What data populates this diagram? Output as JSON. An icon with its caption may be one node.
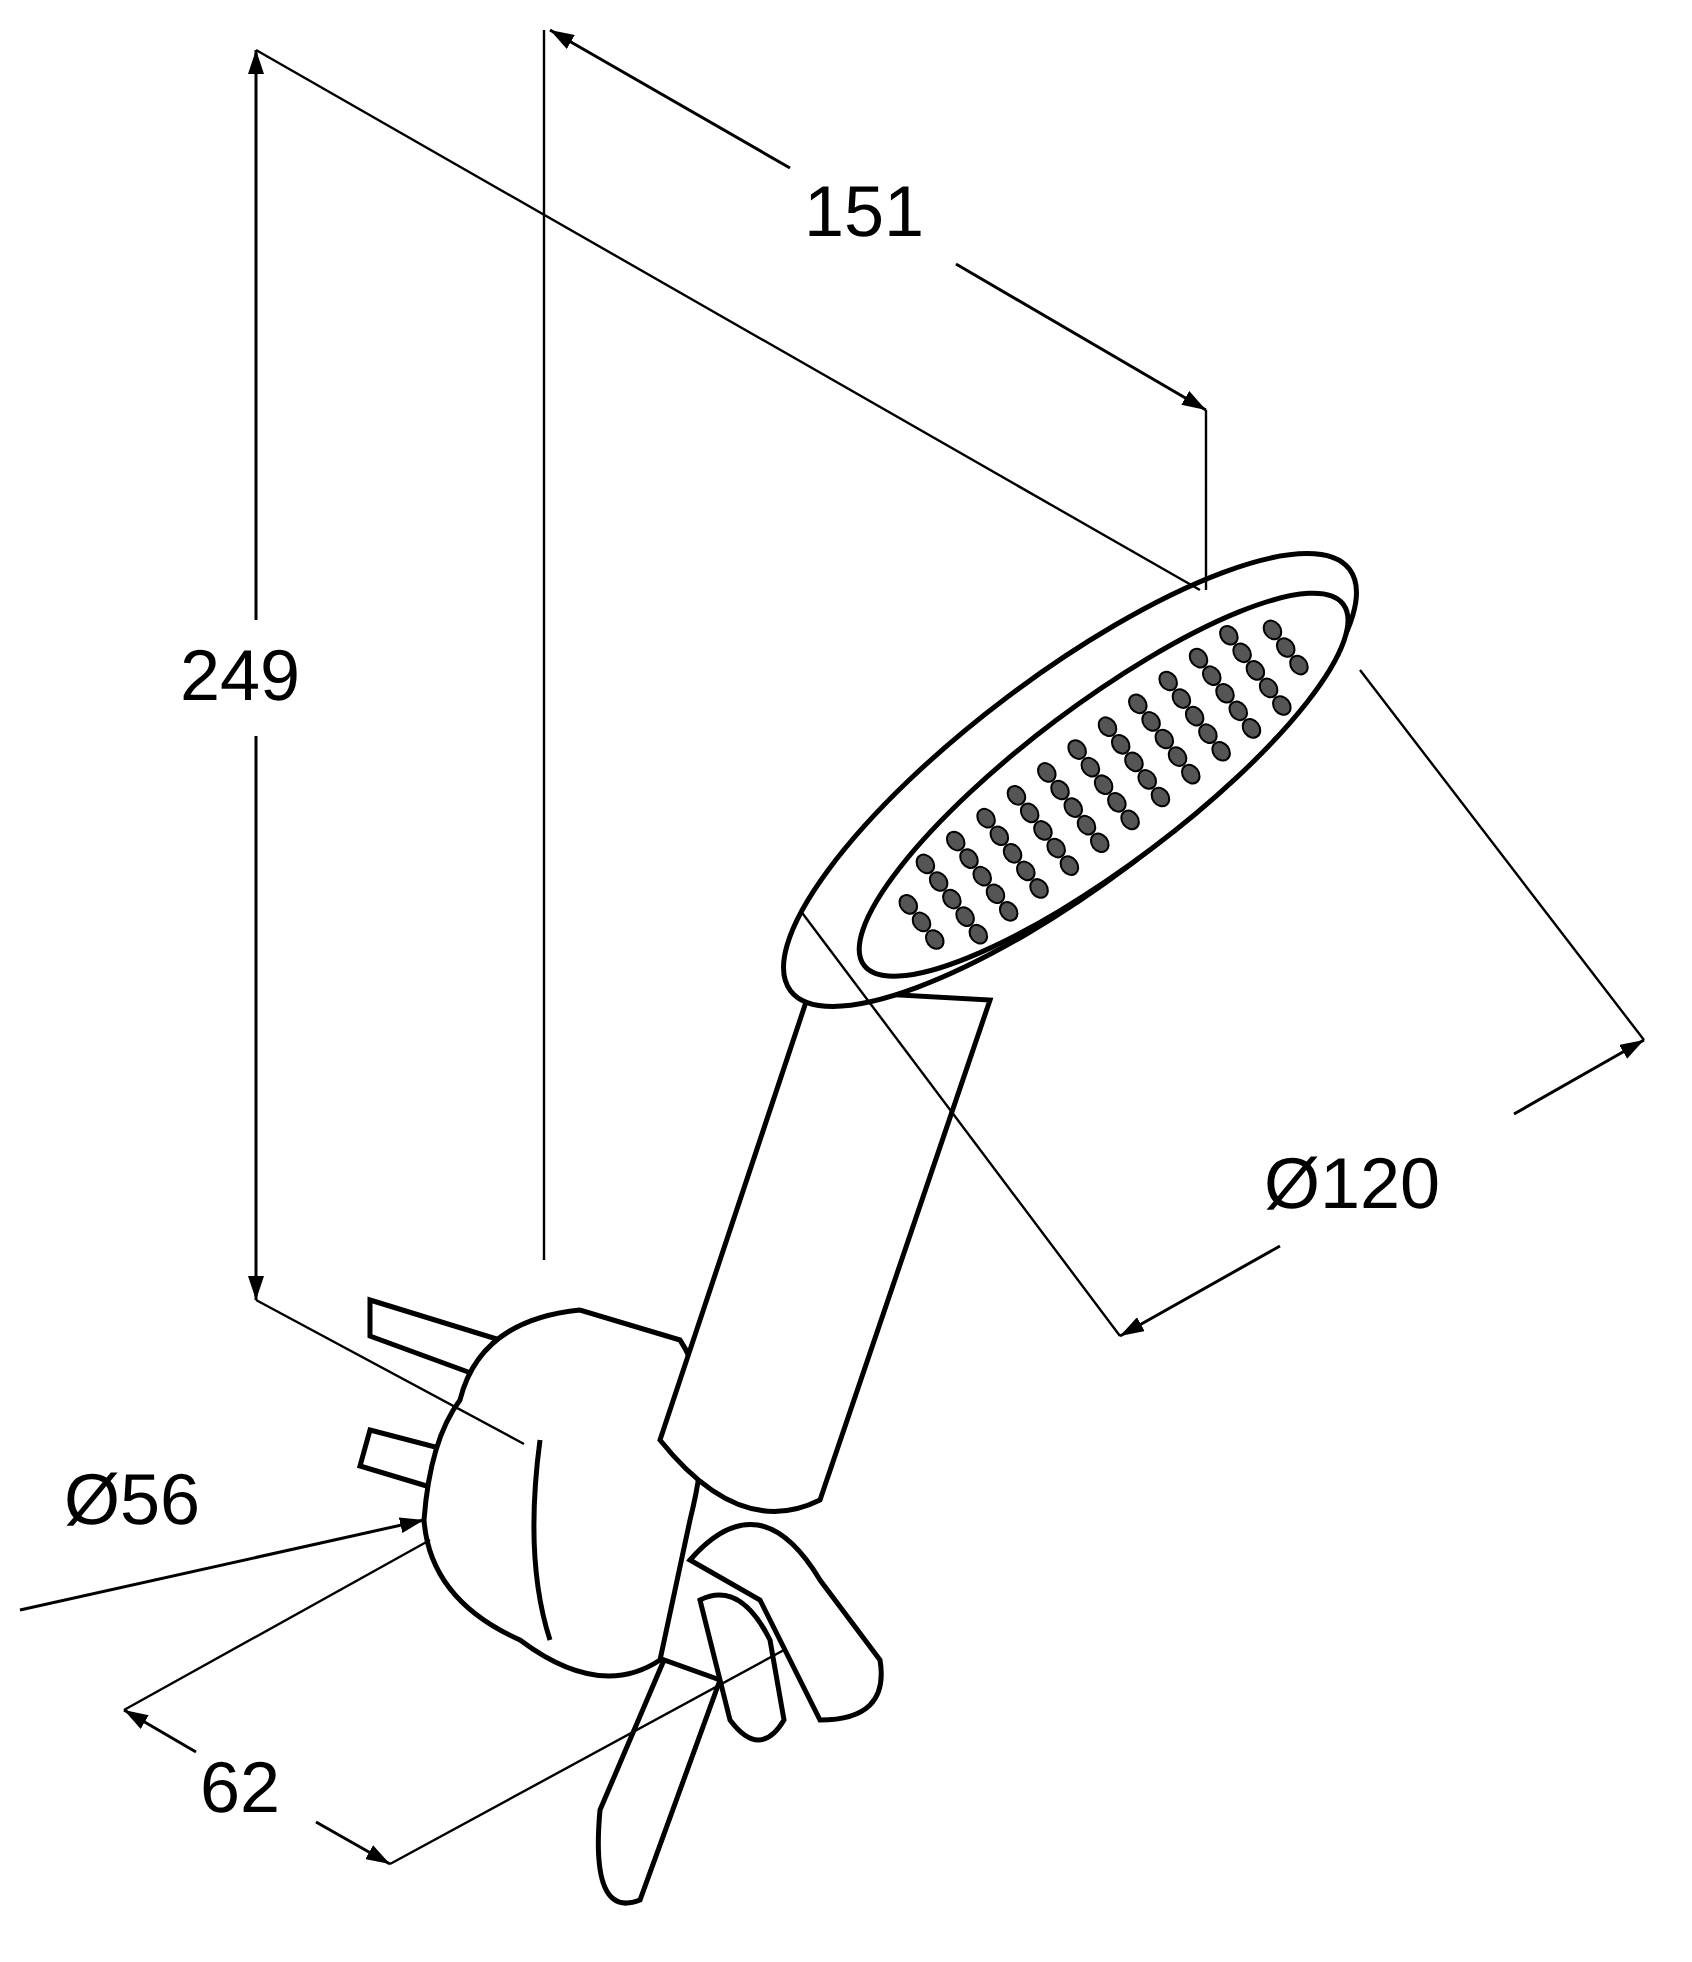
{
  "diagram": {
    "labels": [
      "151",
      "249",
      "Ø120",
      "Ø56",
      "62"
    ]
  }
}
